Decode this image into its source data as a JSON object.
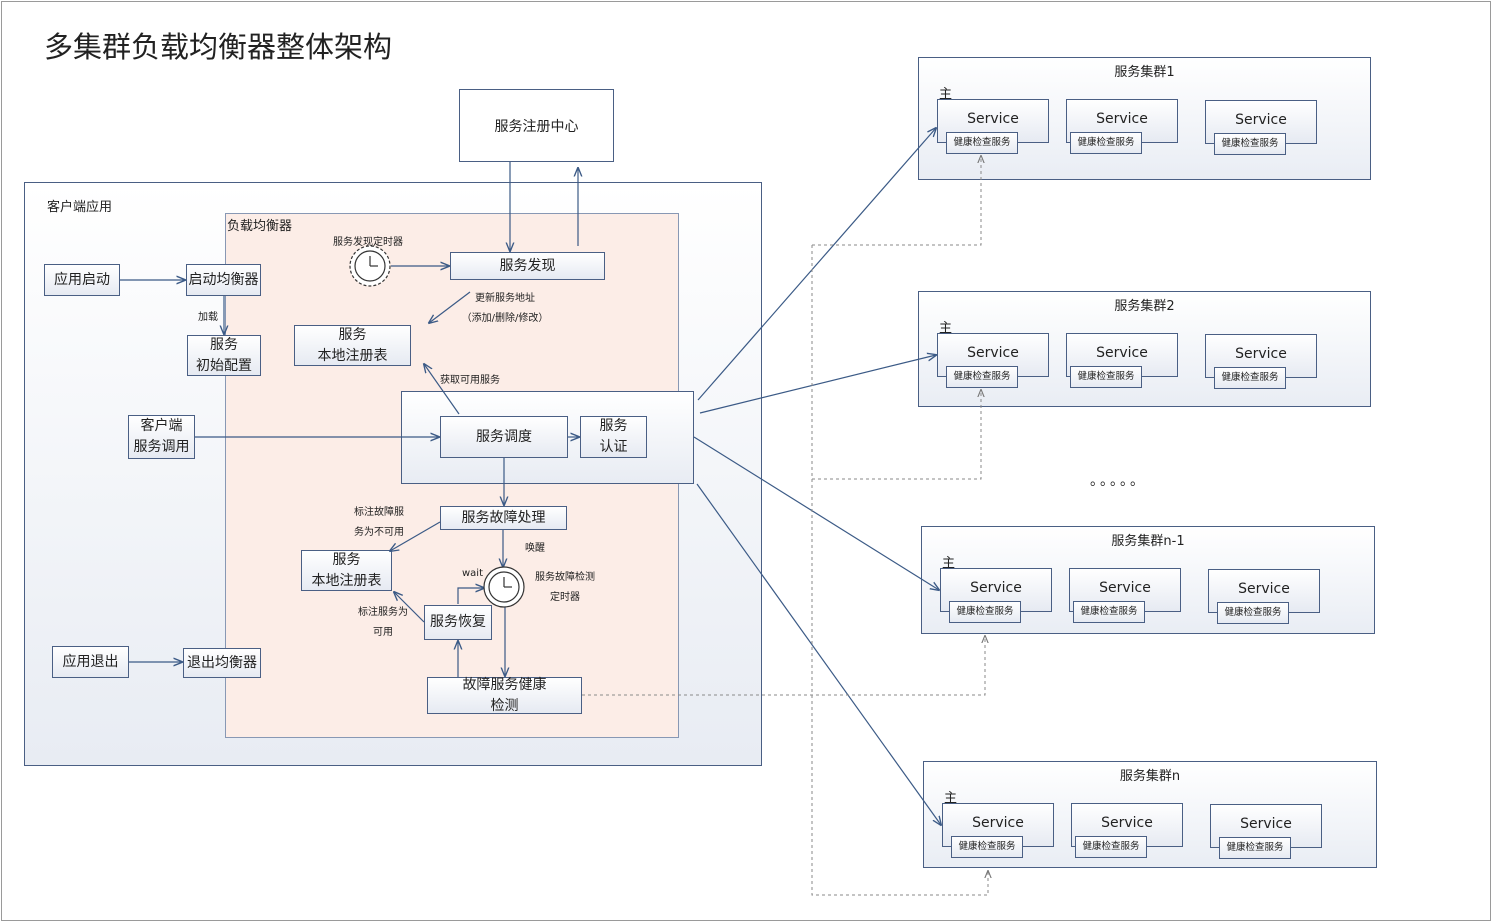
{
  "title": "多集群负载均衡器整体架构",
  "client_app": {
    "label": "客户端应用"
  },
  "lb": {
    "label": "负载均衡器"
  },
  "registry_center": "服务注册中心",
  "boxes": {
    "app_start": "应用启动",
    "start_lb": "启动均衡器",
    "init_config": "服务\n初始配置",
    "client_call": "客户端\n服务调用",
    "app_exit": "应用退出",
    "exit_lb": "退出均衡器",
    "discovery": "服务发现",
    "local_registry_1": "服务\n本地注册表",
    "scheduling": "服务调度",
    "auth": "服务\n认证",
    "fault_handling": "服务故障处理",
    "local_registry_2": "服务\n本地注册表",
    "recovery": "服务恢复",
    "health_check": "故障服务健康\n检测"
  },
  "labels": {
    "discovery_timer": "服务发现定时器",
    "load": "加载",
    "update_addr": "更新服务地址\n（添加/删除/修改）",
    "get_available": "获取可用服务",
    "mark_unavailable": "标注故障服\n务为不可用",
    "wake": "唤醒",
    "wait": "wait",
    "fault_timer": "服务故障检测\n定时器",
    "mark_available": "标注服务为\n可用"
  },
  "clusters": [
    {
      "title": "服务集群1",
      "master": "主",
      "services": [
        "Service",
        "Service",
        "Service"
      ],
      "health": "健康检查服务"
    },
    {
      "title": "服务集群2",
      "master": "主",
      "services": [
        "Service",
        "Service",
        "Service"
      ],
      "health": "健康检查服务"
    },
    {
      "title": "服务集群n-1",
      "master": "主",
      "services": [
        "Service",
        "Service",
        "Service"
      ],
      "health": "健康检查服务"
    },
    {
      "title": "服务集群n",
      "master": "主",
      "services": [
        "Service",
        "Service",
        "Service"
      ],
      "health": "健康检查服务"
    }
  ],
  "ellipsis": "。。。。。",
  "colors": {
    "line": "#3b5a86",
    "box_border": "#4a5f84",
    "lb_fill": "#fcede7",
    "dashed": "#8a8a8a"
  }
}
